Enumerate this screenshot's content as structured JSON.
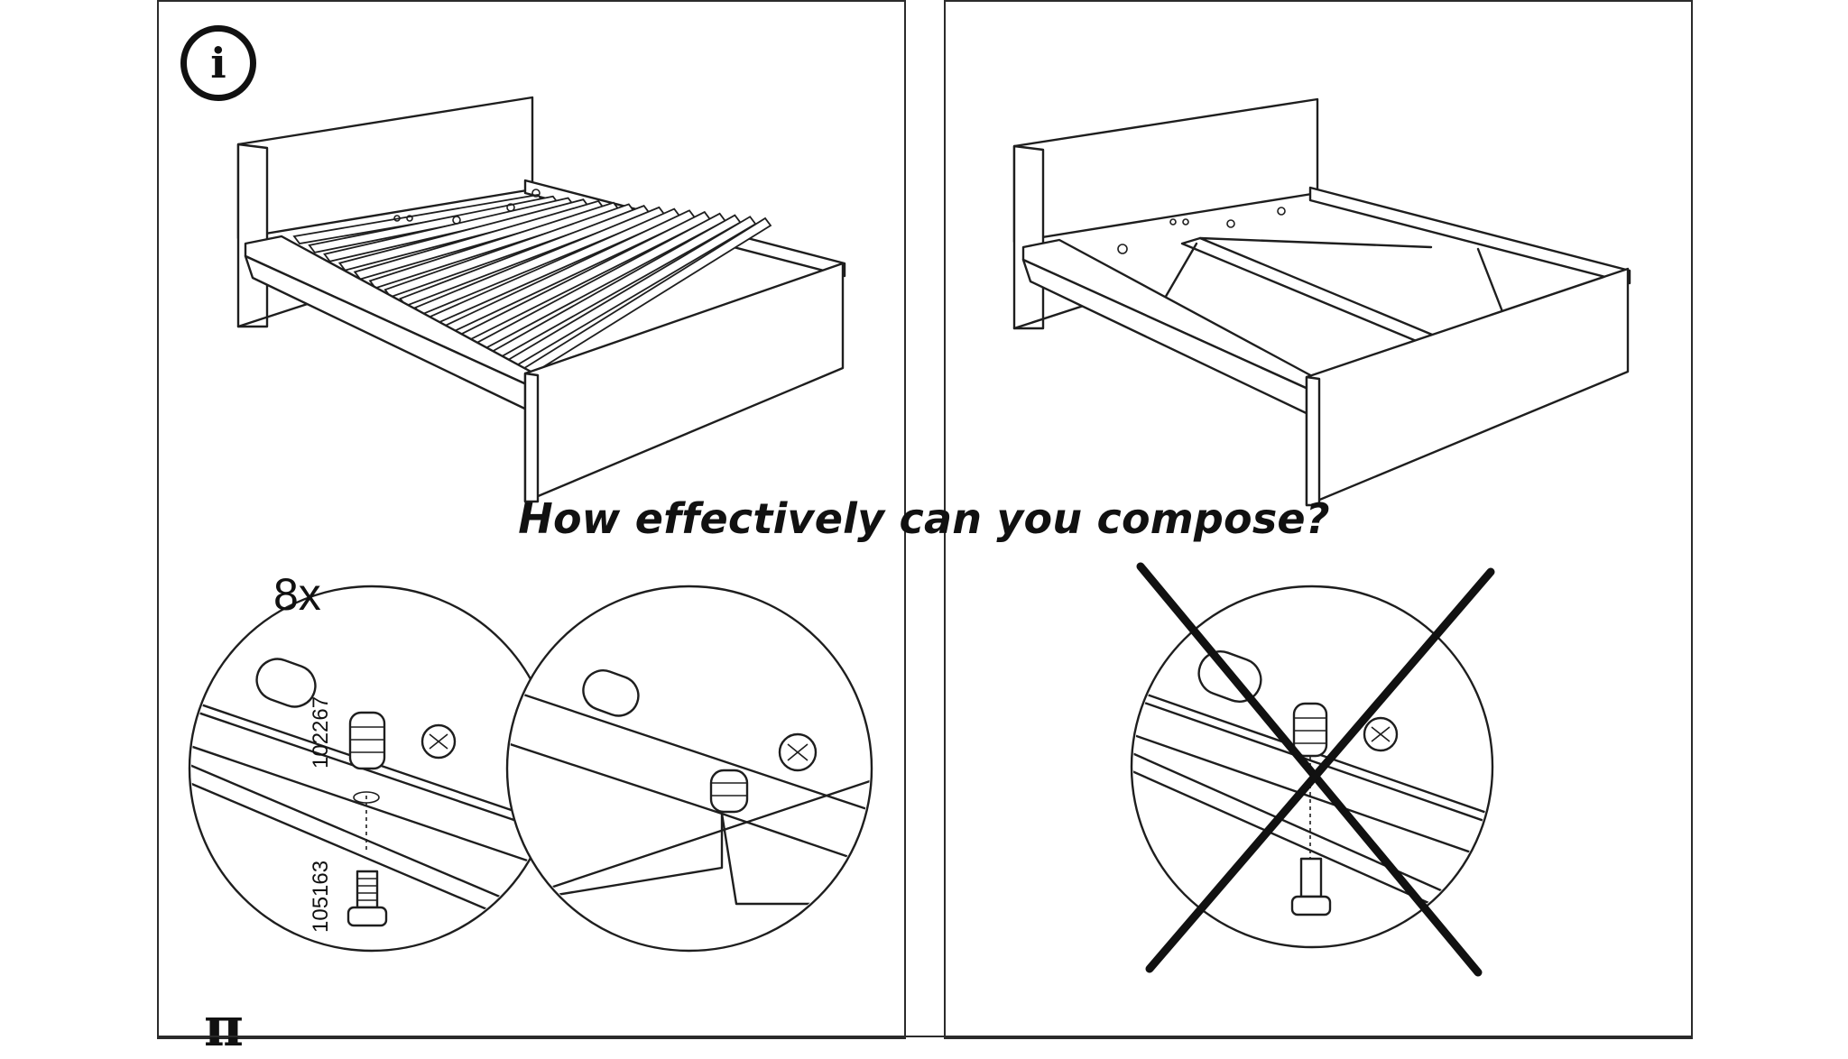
{
  "caption": "How effectively can you compose?",
  "quantity_label": "8x",
  "part_numbers": [
    "102267",
    "105163"
  ],
  "icons": {
    "info": "info-icon",
    "wrong": "cross-mark-icon"
  },
  "info_glyph": "i",
  "next_step_glyph": "ᴨ"
}
